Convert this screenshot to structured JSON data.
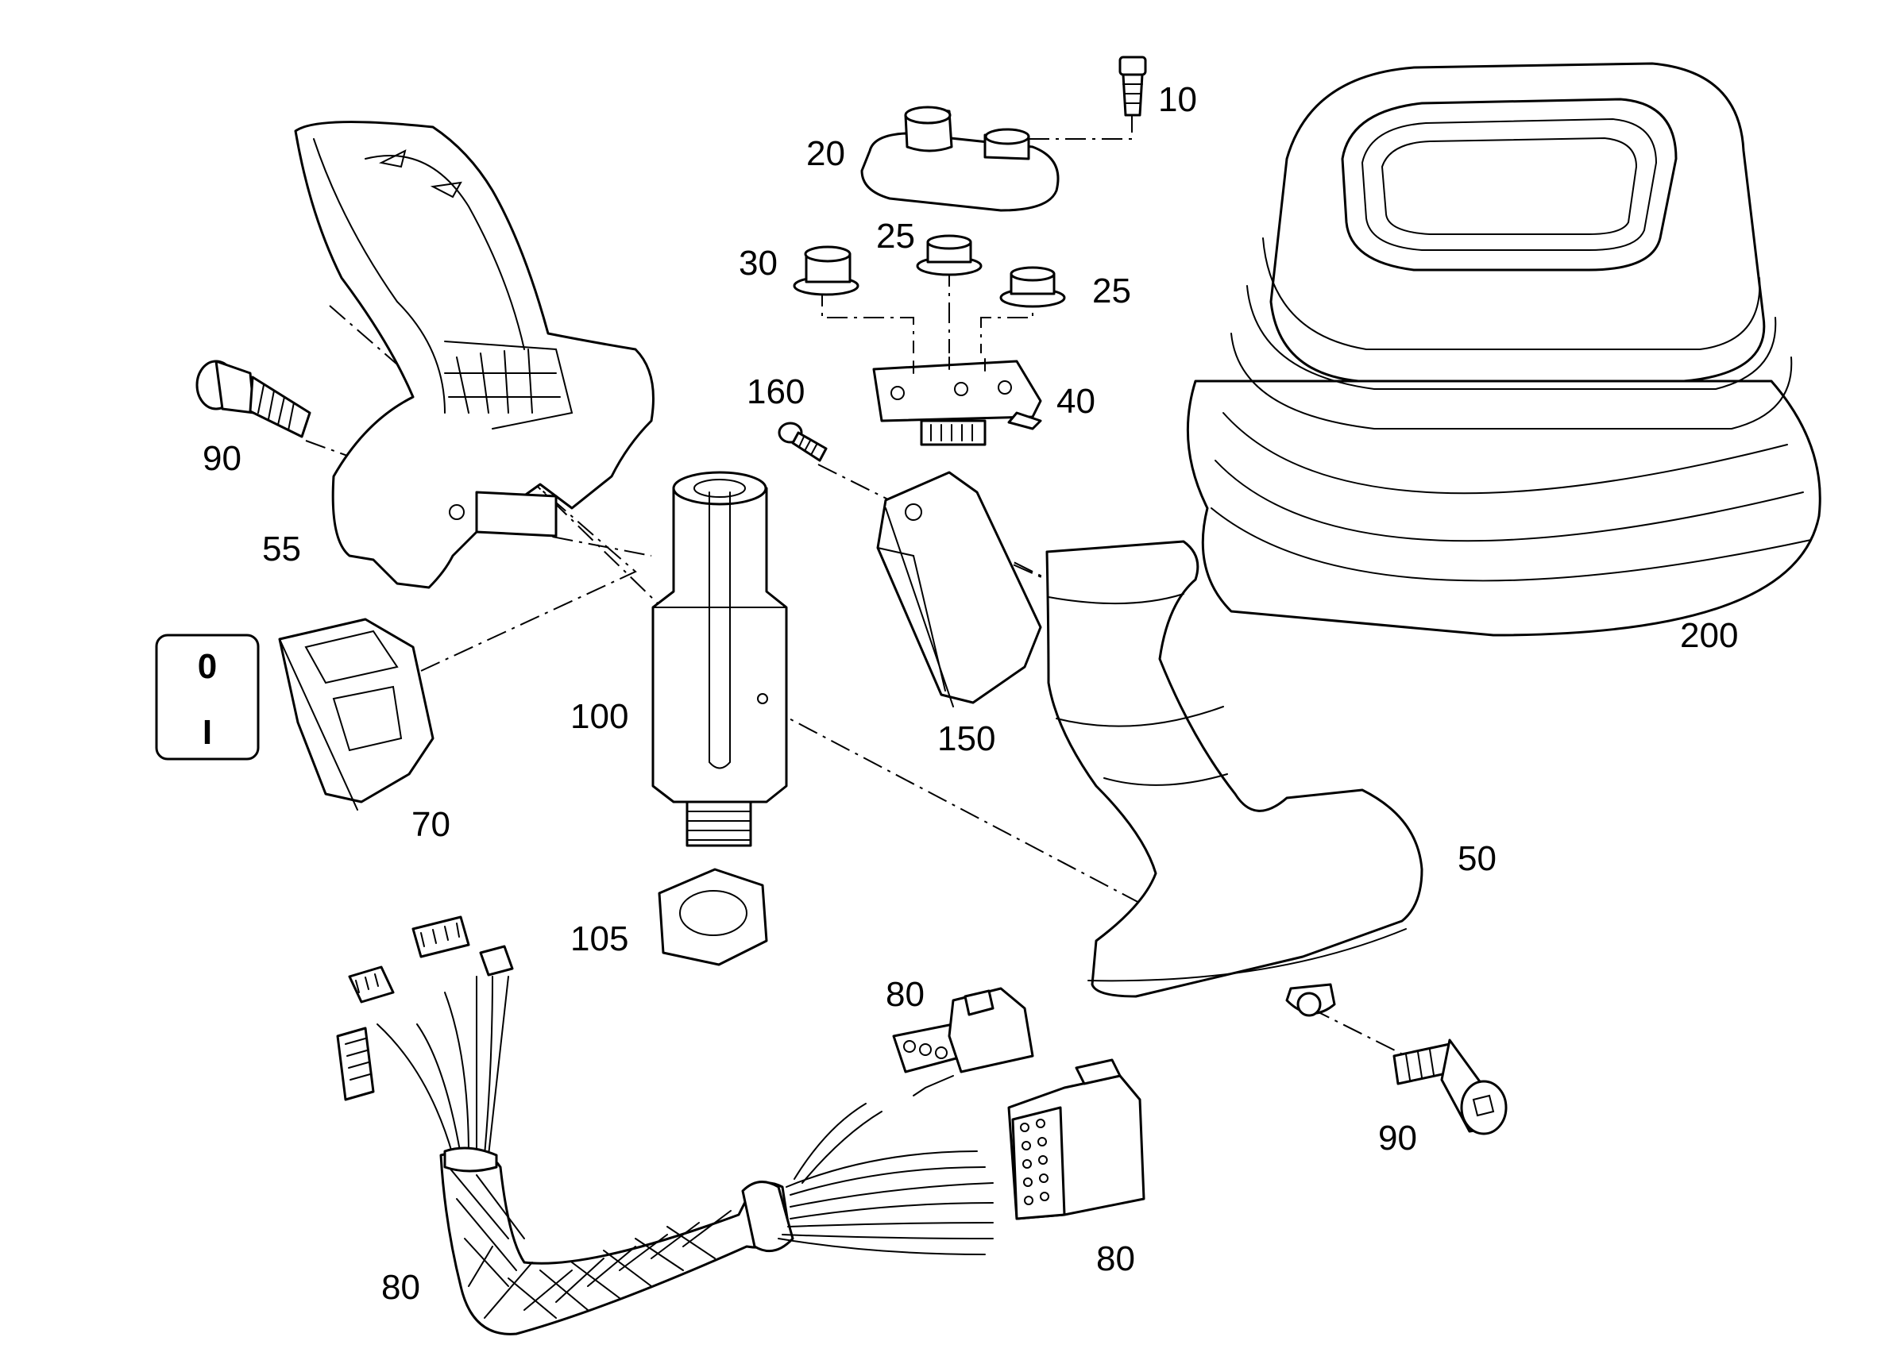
{
  "diagram": {
    "callouts": {
      "c10": "10",
      "c20": "20",
      "c25a": "25",
      "c25b": "25",
      "c30": "30",
      "c40": "40",
      "c50": "50",
      "c55": "55",
      "c70": "70",
      "c80_plug": "80",
      "c80_socket": "80",
      "c80_harness": "80",
      "c90_left": "90",
      "c90_right": "90",
      "c100": "100",
      "c105": "105",
      "c150": "150",
      "c160": "160",
      "c200": "200"
    },
    "switch_symbol": {
      "off": "0",
      "on": "I"
    }
  }
}
